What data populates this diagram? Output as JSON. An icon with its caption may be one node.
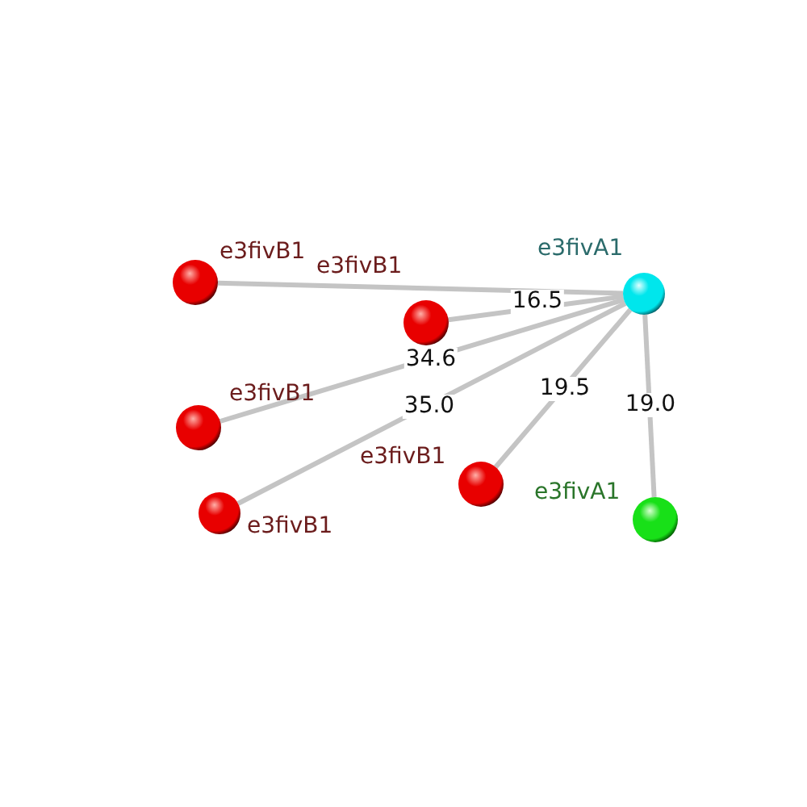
{
  "diagram": {
    "nodes": [
      {
        "text": [],
        "shape": "circle",
        "beside": [
          "e3fivB1"
        ]
      },
      {
        "text": [],
        "shape": "circle",
        "beside": [
          "e3fivB1"
        ]
      },
      {
        "text": [],
        "shape": "circle",
        "beside": [
          "e3fivA1"
        ]
      },
      {
        "text": [],
        "shape": "circle",
        "beside": [
          "e3fivB1"
        ]
      },
      {
        "text": [],
        "shape": "circle",
        "beside": [
          "e3fivB1"
        ]
      },
      {
        "text": [],
        "shape": "circle",
        "beside": [
          "e3fivB1"
        ]
      },
      {
        "text": [],
        "shape": "circle",
        "beside": [
          "e3fivA1"
        ]
      }
    ],
    "edges": [
      {
        "from": 0,
        "to": 2,
        "arrow": "none"
      },
      {
        "from": 1,
        "to": 2,
        "arrow": "none",
        "label": "16.5"
      },
      {
        "from": 3,
        "to": 2,
        "arrow": "none",
        "label": "34.6"
      },
      {
        "from": 5,
        "to": 2,
        "arrow": "none",
        "label": "35.0"
      },
      {
        "from": 4,
        "to": 2,
        "arrow": "none",
        "label": "19.5"
      },
      {
        "from": 6,
        "to": 2,
        "arrow": "none",
        "label": "19.0"
      }
    ]
  }
}
